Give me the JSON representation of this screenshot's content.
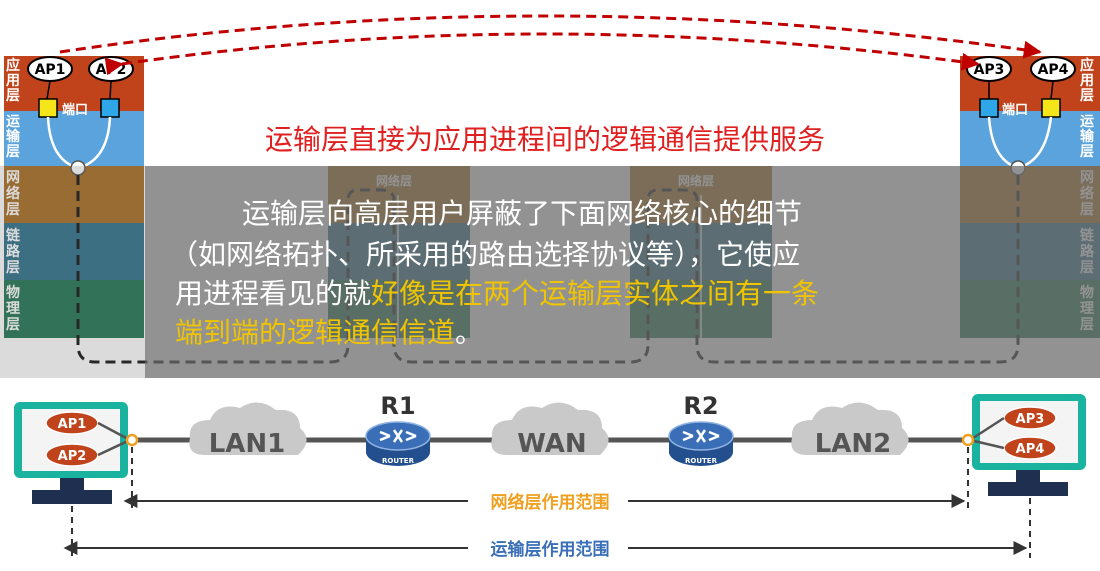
{
  "layers": {
    "app": "应用层",
    "transport": "运输层",
    "network": "网络层",
    "link": "链路层",
    "physical": "物理层"
  },
  "processes": {
    "ap1": "AP1",
    "ap2": "AP2",
    "ap3": "AP3",
    "ap4": "AP4"
  },
  "port_label": "端口",
  "banner_text": "运输层直接为应用进程间的逻辑通信提供服务",
  "overlay": {
    "line1": "运输层向高层用户屏蔽了下面网络核心的细节",
    "line2": "（如网络拓扑、所采用的路由选择协议等），它使应",
    "line3_white": "用进程看见的就",
    "line3_yellow": "好像是在两个运输层实体之间有一条",
    "line4_yellow": "端到端的逻辑通信信道",
    "line4_white": "。"
  },
  "network_diagram": {
    "lan1": "LAN1",
    "wan": "WAN",
    "lan2": "LAN2",
    "r1": "R1",
    "r2": "R2",
    "router_caption": "ROUTER",
    "network_scope": "网络层作用范围",
    "transport_scope": "运输层作用范围"
  },
  "colors": {
    "app_layer": "#c0431b",
    "transport_layer": "#5ba3dc",
    "network_layer": "#a66b1e",
    "link_layer": "#2b6f88",
    "physical_layer": "#1c7350",
    "banner_red": "#e02020",
    "highlight_yellow": "#f0c400",
    "scope_orange": "#f0a020",
    "teal_frame": "#1ab3a0",
    "router_blue": "#3a6fb8"
  }
}
